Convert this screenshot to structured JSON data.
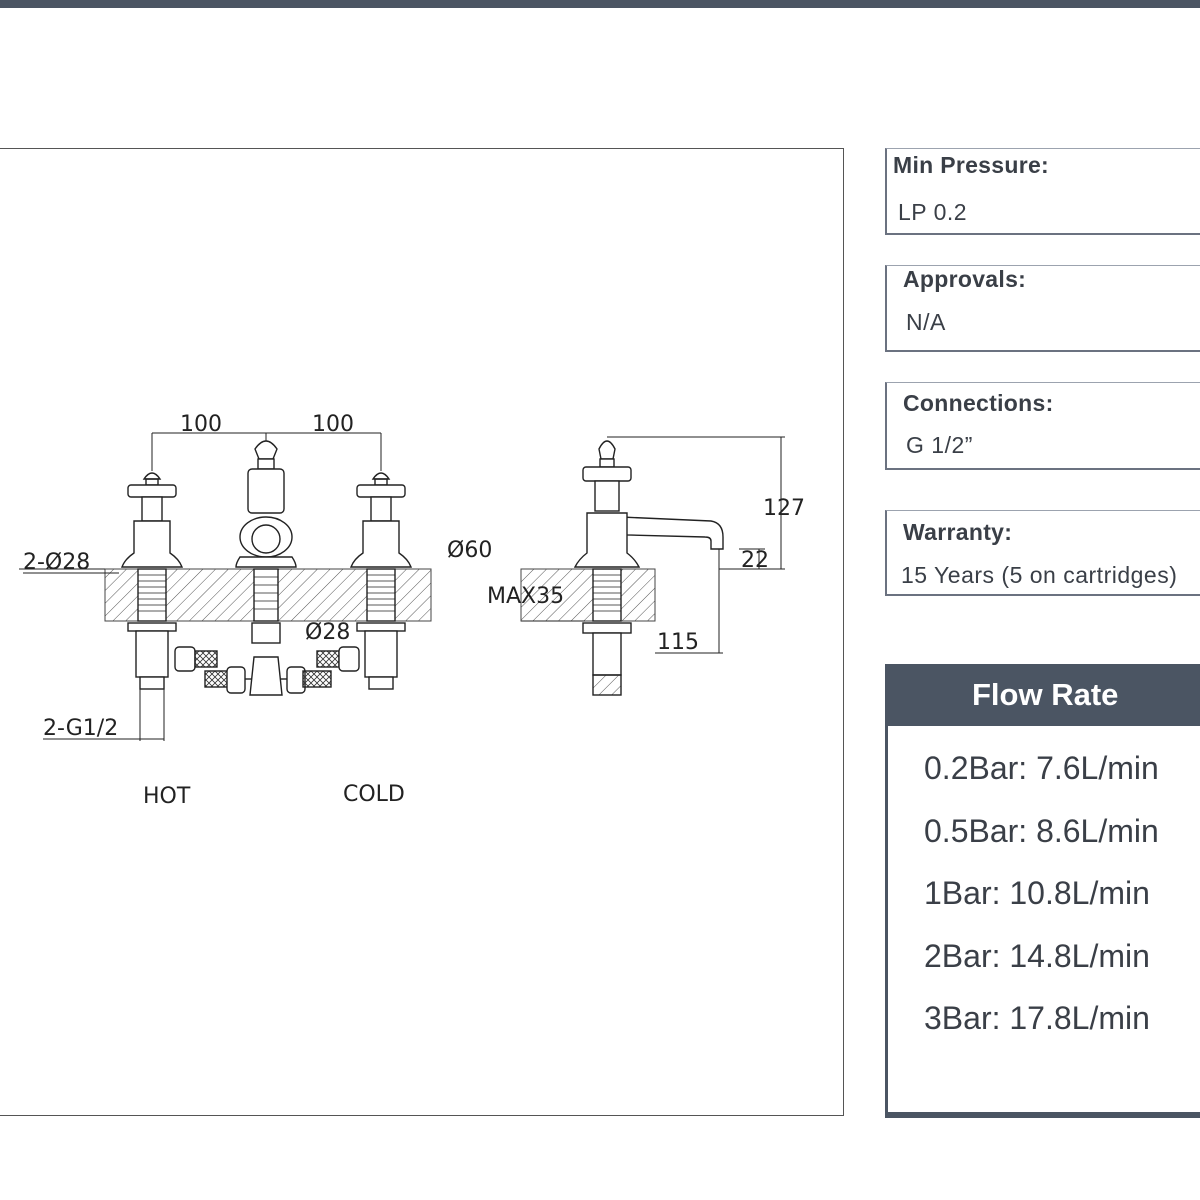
{
  "specs": {
    "min_pressure": {
      "label": "Min Pressure:",
      "value": "LP 0.2"
    },
    "approvals": {
      "label": "Approvals:",
      "value": "N/A"
    },
    "connections": {
      "label": "Connections:",
      "value": "G 1/2”"
    },
    "warranty": {
      "label": "Warranty:",
      "value": "15 Years (5 on cartridges)"
    }
  },
  "flow_rate": {
    "title": "Flow Rate",
    "rows": [
      "0.2Bar: 7.6L/min",
      "0.5Bar: 8.6L/min",
      "1Bar: 10.8L/min",
      "2Bar: 14.8L/min",
      "3Bar: 17.8L/min"
    ]
  },
  "drawing": {
    "dim_left_spacing": "100",
    "dim_right_spacing": "100",
    "dim_hole_diameter": "2-Ø28",
    "dim_spout_diameter": "Ø28",
    "dim_base_diameter": "Ø60",
    "dim_thread": "2-G1/2",
    "label_hot": "HOT",
    "label_cold": "COLD",
    "dim_height": "127",
    "dim_spout_height": "22",
    "dim_deck_thickness": "MAX35",
    "dim_spout_reach": "115"
  },
  "colors": {
    "accent": "#4b5563",
    "text": "#3a3f47"
  }
}
